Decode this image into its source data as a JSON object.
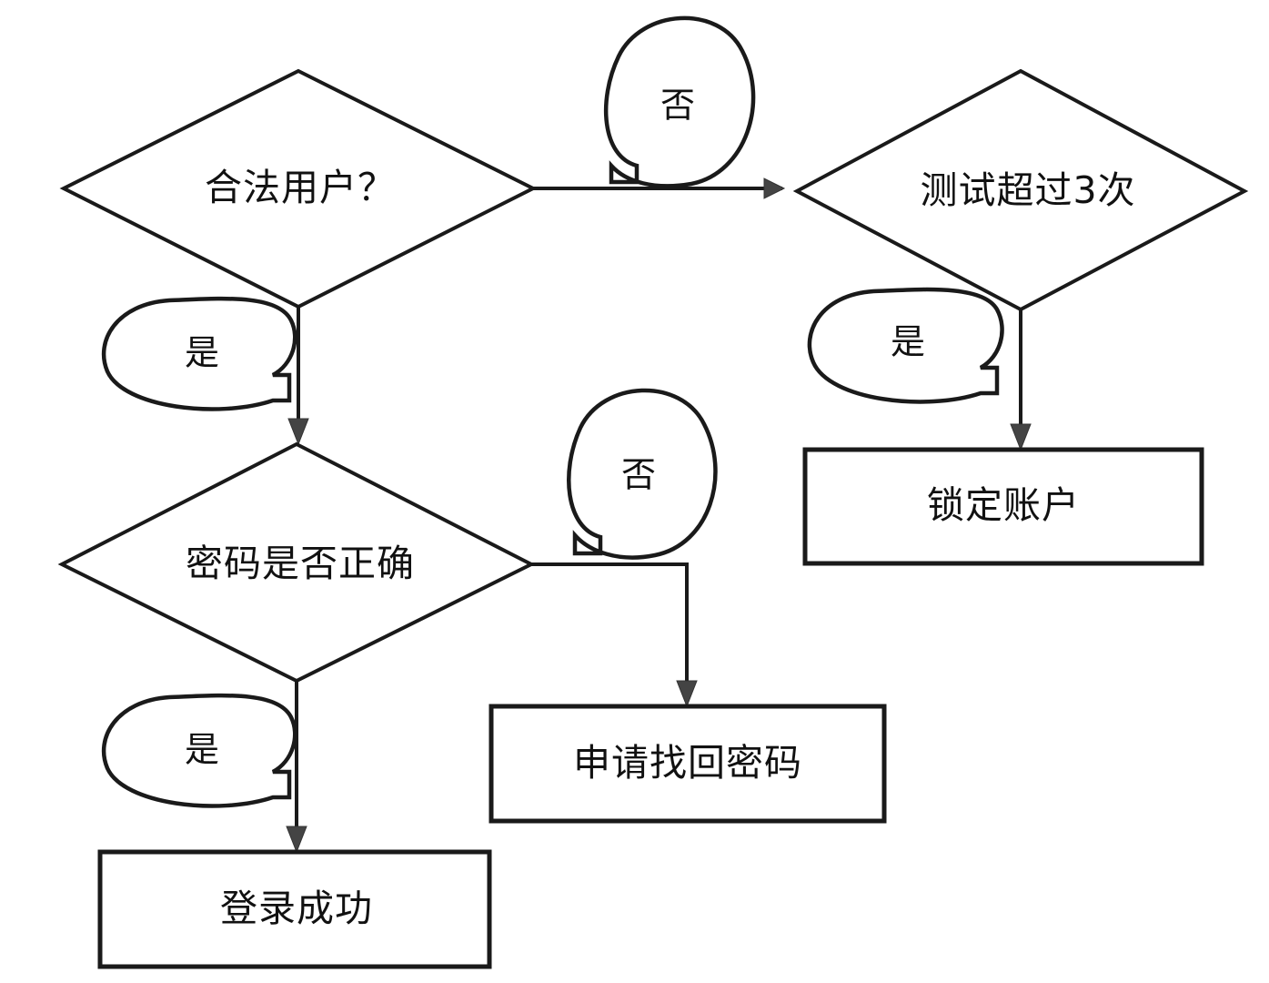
{
  "diagram": {
    "type": "flowchart",
    "title": "",
    "nodes": [
      {
        "id": "legal-user",
        "shape": "decision",
        "text": "合法用户？"
      },
      {
        "id": "test-over-3",
        "shape": "decision",
        "text": "测试超过3次"
      },
      {
        "id": "password-correct",
        "shape": "decision",
        "text": "密码是否正确"
      },
      {
        "id": "lock-account",
        "shape": "process",
        "text": "锁定账户"
      },
      {
        "id": "retrieve-password",
        "shape": "process",
        "text": "申请找回密码"
      },
      {
        "id": "login-success",
        "shape": "process",
        "text": "登录成功"
      }
    ],
    "edge_labels": [
      {
        "id": "legal-user-no",
        "text": "否",
        "from": "legal-user",
        "to": "test-over-3"
      },
      {
        "id": "legal-user-yes",
        "text": "是",
        "from": "legal-user",
        "to": "password-correct"
      },
      {
        "id": "test-over-3-yes",
        "text": "是",
        "from": "test-over-3",
        "to": "lock-account"
      },
      {
        "id": "password-no",
        "text": "否",
        "from": "password-correct",
        "to": "retrieve-password"
      },
      {
        "id": "password-yes",
        "text": "是",
        "from": "password-correct",
        "to": "login-success"
      }
    ],
    "colors": {
      "stroke": "#1a1a1a",
      "fill": "#ffffff",
      "text": "#111111",
      "arrow": "#444444"
    }
  }
}
